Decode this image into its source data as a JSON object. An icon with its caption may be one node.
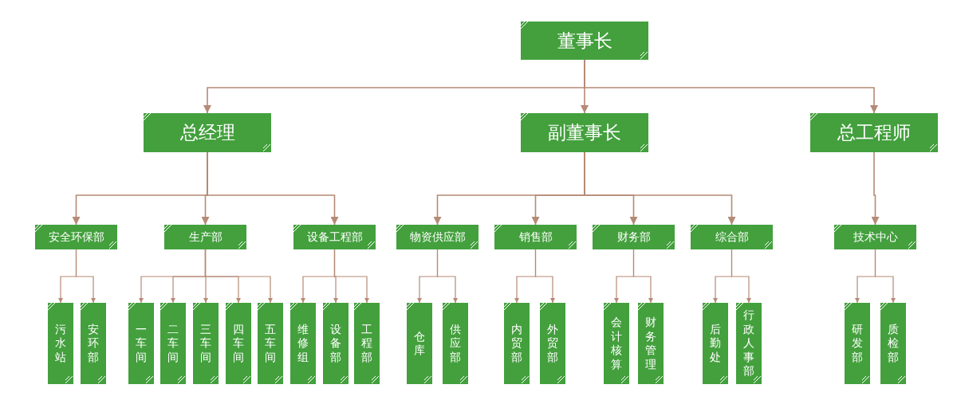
{
  "diagram": {
    "nodes": [
      {
        "text": [
          "董事长"
        ]
      },
      {
        "text": [
          "总经理"
        ]
      },
      {
        "text": [
          "副董事长"
        ]
      },
      {
        "text": [
          "总工程师"
        ]
      },
      {
        "text": [
          "安全环保部"
        ]
      },
      {
        "text": [
          "生产部"
        ]
      },
      {
        "text": [
          "设备工程部"
        ]
      },
      {
        "text": [
          "物资供应部"
        ]
      },
      {
        "text": [
          "销售部"
        ]
      },
      {
        "text": [
          "财务部"
        ]
      },
      {
        "text": [
          "综合部"
        ]
      },
      {
        "text": [
          "技术中心"
        ]
      },
      {
        "text": [
          "污水站"
        ]
      },
      {
        "text": [
          "安环部"
        ]
      },
      {
        "text": [
          "一车间"
        ]
      },
      {
        "text": [
          "二车间"
        ]
      },
      {
        "text": [
          "三车间"
        ]
      },
      {
        "text": [
          "四车间"
        ]
      },
      {
        "text": [
          "五车间"
        ]
      },
      {
        "text": [
          "维修组"
        ]
      },
      {
        "text": [
          "设备部"
        ]
      },
      {
        "text": [
          "工程部"
        ]
      },
      {
        "text": [
          "仓库"
        ]
      },
      {
        "text": [
          "供应部"
        ]
      },
      {
        "text": [
          "内贸部"
        ]
      },
      {
        "text": [
          "外贸部"
        ]
      },
      {
        "text": [
          "会计核算"
        ]
      },
      {
        "text": [
          "财务管理"
        ]
      },
      {
        "text": [
          "后勤处"
        ]
      },
      {
        "text": [
          "行政人事部"
        ]
      },
      {
        "text": [
          "研发部"
        ]
      },
      {
        "text": [
          "质检部"
        ]
      }
    ],
    "edges": [
      {
        "from": 0,
        "to": 1,
        "arrow": "to"
      },
      {
        "from": 0,
        "to": 2,
        "arrow": "to"
      },
      {
        "from": 0,
        "to": 3,
        "arrow": "to"
      },
      {
        "from": 1,
        "to": 4,
        "arrow": "to"
      },
      {
        "from": 1,
        "to": 5,
        "arrow": "to"
      },
      {
        "from": 1,
        "to": 6,
        "arrow": "to"
      },
      {
        "from": 2,
        "to": 7,
        "arrow": "to"
      },
      {
        "from": 2,
        "to": 8,
        "arrow": "to"
      },
      {
        "from": 2,
        "to": 9,
        "arrow": "to"
      },
      {
        "from": 2,
        "to": 10,
        "arrow": "to"
      },
      {
        "from": 3,
        "to": 11,
        "arrow": "to"
      },
      {
        "from": 4,
        "to": 12,
        "arrow": "to"
      },
      {
        "from": 4,
        "to": 13,
        "arrow": "to"
      },
      {
        "from": 5,
        "to": 14,
        "arrow": "to"
      },
      {
        "from": 5,
        "to": 15,
        "arrow": "to"
      },
      {
        "from": 5,
        "to": 16,
        "arrow": "to"
      },
      {
        "from": 5,
        "to": 17,
        "arrow": "to"
      },
      {
        "from": 5,
        "to": 18,
        "arrow": "to"
      },
      {
        "from": 6,
        "to": 19,
        "arrow": "to"
      },
      {
        "from": 6,
        "to": 20,
        "arrow": "to"
      },
      {
        "from": 6,
        "to": 21,
        "arrow": "to"
      },
      {
        "from": 7,
        "to": 22,
        "arrow": "to"
      },
      {
        "from": 7,
        "to": 23,
        "arrow": "to"
      },
      {
        "from": 8,
        "to": 24,
        "arrow": "to"
      },
      {
        "from": 8,
        "to": 25,
        "arrow": "to"
      },
      {
        "from": 9,
        "to": 26,
        "arrow": "to"
      },
      {
        "from": 9,
        "to": 27,
        "arrow": "to"
      },
      {
        "from": 10,
        "to": 28,
        "arrow": "to"
      },
      {
        "from": 10,
        "to": 29,
        "arrow": "to"
      },
      {
        "from": 11,
        "to": 30,
        "arrow": "to"
      },
      {
        "from": 11,
        "to": 31,
        "arrow": "to"
      }
    ]
  }
}
